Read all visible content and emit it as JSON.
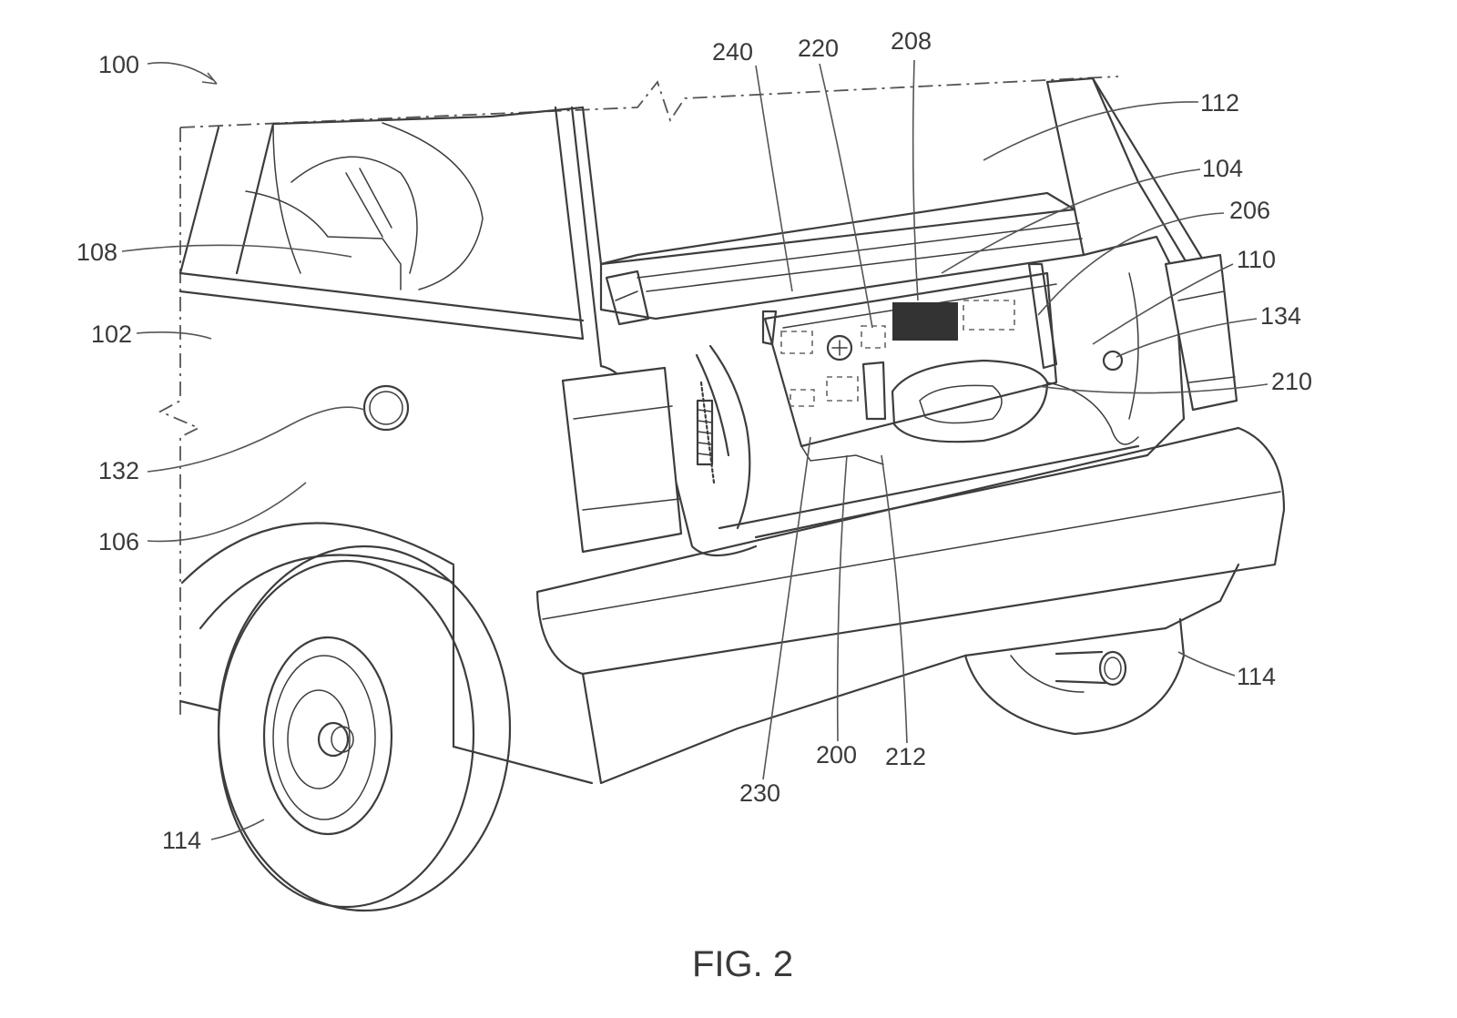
{
  "figure": {
    "caption": "FIG. 2",
    "labels": {
      "l100": "100",
      "l240": "240",
      "l220": "220",
      "l208": "208",
      "l112": "112",
      "l104": "104",
      "l206": "206",
      "l110": "110",
      "l134": "134",
      "l210": "210",
      "l108": "108",
      "l102": "102",
      "l132": "132",
      "l106": "106",
      "l114a": "114",
      "l114b": "114",
      "l200": "200",
      "l212": "212",
      "l230": "230"
    }
  }
}
